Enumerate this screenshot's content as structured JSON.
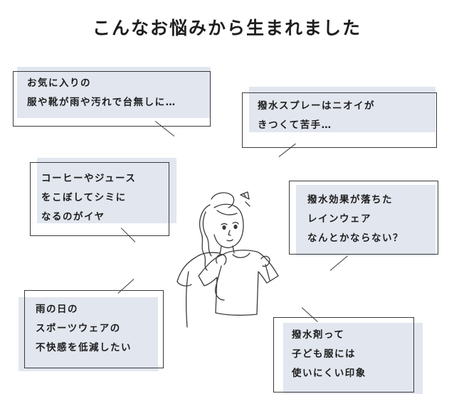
{
  "title": "こんなお悩みから生まれました",
  "concerns": [
    {
      "lines": [
        "お気に入りの",
        "服や靴が雨や汚れで台無しに…"
      ]
    },
    {
      "lines": [
        "撥水スプレーはニオイが",
        "きつくて苦手…"
      ]
    },
    {
      "lines": [
        "コーヒーやジュース",
        "をこぼしてシミに",
        "なるのがイヤ"
      ]
    },
    {
      "lines": [
        "撥水効果が落ちた",
        "レインウェア",
        "なんとかならない？"
      ]
    },
    {
      "lines": [
        "雨の日の",
        "スポーツウェアの",
        "不快感を低減したい"
      ]
    },
    {
      "lines": [
        "撥水剤って",
        "子ども服には",
        "使いにくい印象"
      ]
    }
  ],
  "colors": {
    "bubble_fill": "#e2e6ef",
    "line": "#3a3a3a",
    "text": "#1e1e1e"
  }
}
